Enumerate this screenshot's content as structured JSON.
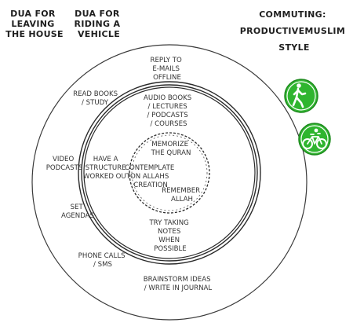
{
  "headers": {
    "dua_leaving": [
      "DUA FOR",
      "LEAVING",
      "THE HOUSE"
    ],
    "dua_riding": [
      "DUA FOR",
      "RIDING A",
      "VEHICLE"
    ],
    "title": [
      "COMMUTING:",
      "PRODUCTIVEMUSLIM",
      "STYLE"
    ]
  },
  "outer_ring": {
    "reply_emails": [
      "REPLY TO",
      "E-MAILS",
      "OFFLINE"
    ],
    "read_books": [
      "READ BOOKS",
      "/ STUDY"
    ],
    "video_podcasts": [
      "VIDEO",
      "PODCASTS"
    ],
    "set_agendas": [
      "SET",
      "AGENDAS"
    ],
    "phone_calls": [
      "PHONE CALLS",
      "/ SMS"
    ],
    "brainstorm": [
      "BRAINSTORM IDEAS",
      "/ WRITE IN JOURNAL"
    ]
  },
  "middle_ring": {
    "audio_books": [
      "AUDIO BOOKS",
      "/ LECTURES",
      "/ PODCASTS",
      "/ COURSES"
    ],
    "have_structure": [
      "HAVE A",
      "STRUCTURE",
      "WORKED OUT"
    ],
    "try_notes": [
      "TRY TAKING",
      "NOTES",
      "WHEN",
      "POSSIBLE"
    ]
  },
  "inner_circle": {
    "memorize": [
      "MEMORIZE",
      "THE QURAN"
    ],
    "contemplate": [
      "CONTEMPLATE",
      "ON ALLAHS",
      "CREATION"
    ],
    "remember": [
      "REMEMBER",
      "ALLAH"
    ]
  },
  "icons": {
    "walk": "walking-person-icon",
    "bike": "bicycle-icon",
    "green": "#2fb52f",
    "green_dark": "#1d8a1d"
  }
}
